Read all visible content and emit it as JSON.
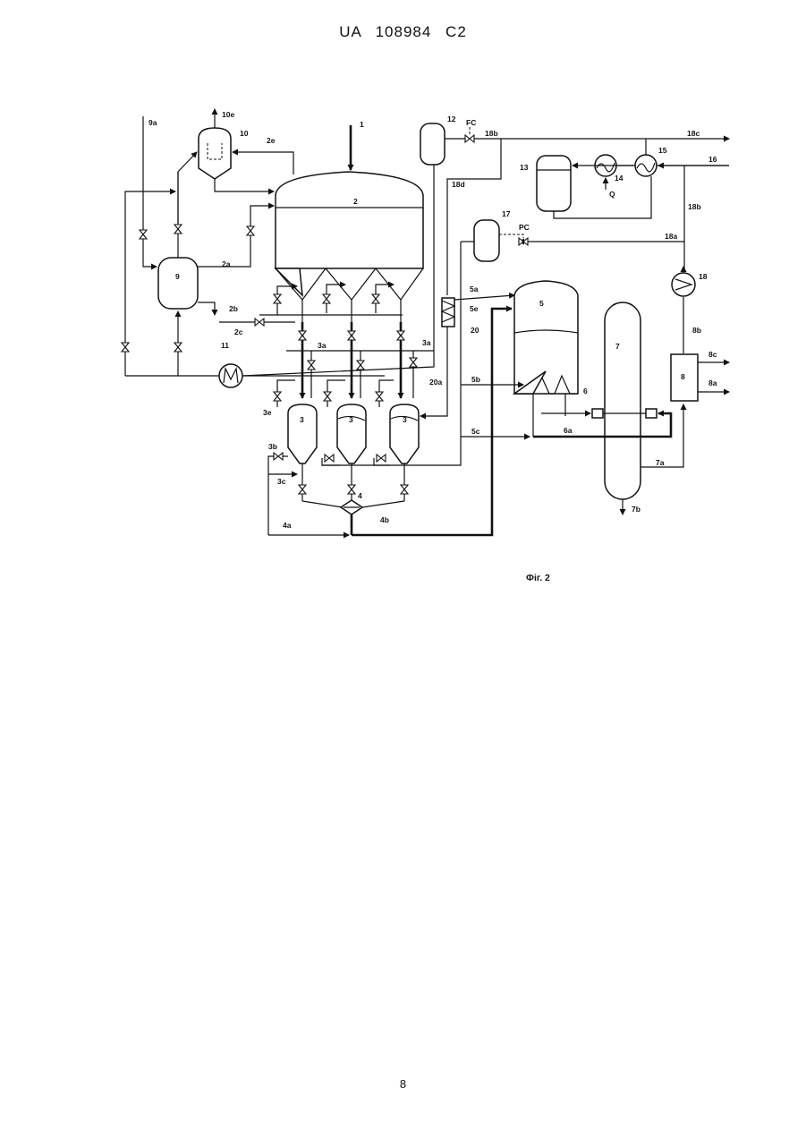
{
  "header": {
    "text": "UA   108984   C2"
  },
  "figure": {
    "caption": "Фіг. 2",
    "labels": {
      "l1": "1",
      "l2": "2",
      "l2a": "2a",
      "l2b": "2b",
      "l2c": "2c",
      "l2e": "2e",
      "l3a": "3",
      "l3b": "3",
      "l3c": "3",
      "l3a_1": "3a",
      "l3a_2": "3a",
      "l3b_lbl": "3b",
      "l3c_lbl": "3c",
      "l3e": "3e",
      "l4": "4",
      "l4a": "4a",
      "l4b": "4b",
      "l5": "5",
      "l5a": "5a",
      "l5b": "5b",
      "l5c": "5c",
      "l5e": "5e",
      "l6": "6",
      "l6a": "6a",
      "l7": "7",
      "l7a": "7a",
      "l7b": "7b",
      "l8": "8",
      "l8a": "8a",
      "l8b": "8b",
      "l8c": "8c",
      "l9": "9",
      "l9a": "9a",
      "l10": "10",
      "l10e": "10e",
      "l11": "11",
      "l12": "12",
      "l13": "13",
      "l14": "14",
      "l15": "15",
      "l16": "16",
      "l17": "17",
      "l18": "18",
      "l18a": "18a",
      "l18b_top": "18b",
      "l18b_right": "18b",
      "l18c": "18c",
      "l18d": "18d",
      "l20": "20",
      "l20a": "20a",
      "fc": "FC",
      "pc": "PC",
      "q": "Q"
    }
  },
  "page_number": "8"
}
